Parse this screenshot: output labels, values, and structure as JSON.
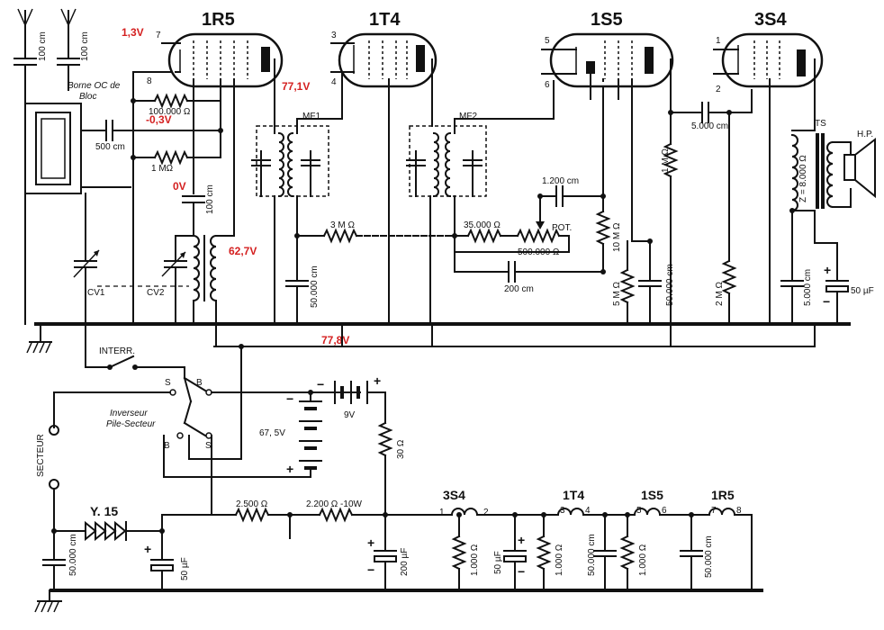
{
  "tubes": {
    "t1": "1R5",
    "t2": "1T4",
    "t3": "1S5",
    "t4": "3S4"
  },
  "pins": {
    "p7": "7",
    "p8": "8",
    "p3": "3",
    "p4": "4",
    "p5": "5",
    "p6": "6",
    "p1": "1",
    "p2": "2"
  },
  "voltages": {
    "v13": "1,3V",
    "v03": "-0,3V",
    "v0": "0V",
    "v771": "77,1V",
    "v627": "62,7V",
    "v778": "77,8V"
  },
  "labels": {
    "c100a": "100 cm",
    "c100b": "100 cm",
    "borne": "Borne OC de",
    "bloc": "Bloc",
    "c500": "500 cm",
    "r100k": "100.000 Ω",
    "r1m": "1 MΩ",
    "c100c": "100 cm",
    "cv1": "CV1",
    "cv2": "CV2",
    "mf1": "MF1",
    "mf2": "MF2",
    "r3m": "3 M Ω",
    "c50k": "50.000 cm",
    "r35k": "35.000 Ω",
    "pot": "POT.",
    "r500k": "500.000 Ω",
    "c1200": "1.200 cm",
    "r10m": "10 M Ω",
    "c200": "200 cm",
    "r1mb": "1 M Ω",
    "r5m": "5 M Ω",
    "c50kb": "50.000 cm",
    "c5000": "5.000 cm",
    "r2m": "2 M Ω",
    "c5000b": "5.000 cm",
    "ts": "TS",
    "hp": "H.P.",
    "z": "Z = 8.000 Ω",
    "c50uf": "50 µF",
    "plus": "+",
    "minus": "−",
    "interr": "INTERR.",
    "s": "S",
    "b": "B",
    "inv1": "Inverseur",
    "inv2": "Pile-Secteur",
    "b675": "67, 5V",
    "b9": "9V",
    "r30": "30 Ω",
    "secteur": "SECTEUR",
    "y15": "Y. 15",
    "c50kc": "50.000 cm",
    "c50uf2": "50 µF",
    "r2500": "2.500 Ω",
    "r2200": "2.200 Ω  -10W",
    "c200uf": "200 µF",
    "f3s4": "3S4",
    "f1t4": "1T4",
    "f1s5": "1S5",
    "f1r5": "1R5",
    "r1000": "1.000 Ω",
    "c50uf3": "50 µF",
    "r1000b": "1.000 Ω",
    "c50kd": "50.000 cm",
    "r1000c": "1.000 Ω",
    "c50ke": "50.000 cm",
    "n1": "1",
    "n2": "2",
    "n3": "3",
    "n4": "4",
    "n5": "5",
    "n6": "6",
    "n7": "7",
    "n8": "8"
  }
}
